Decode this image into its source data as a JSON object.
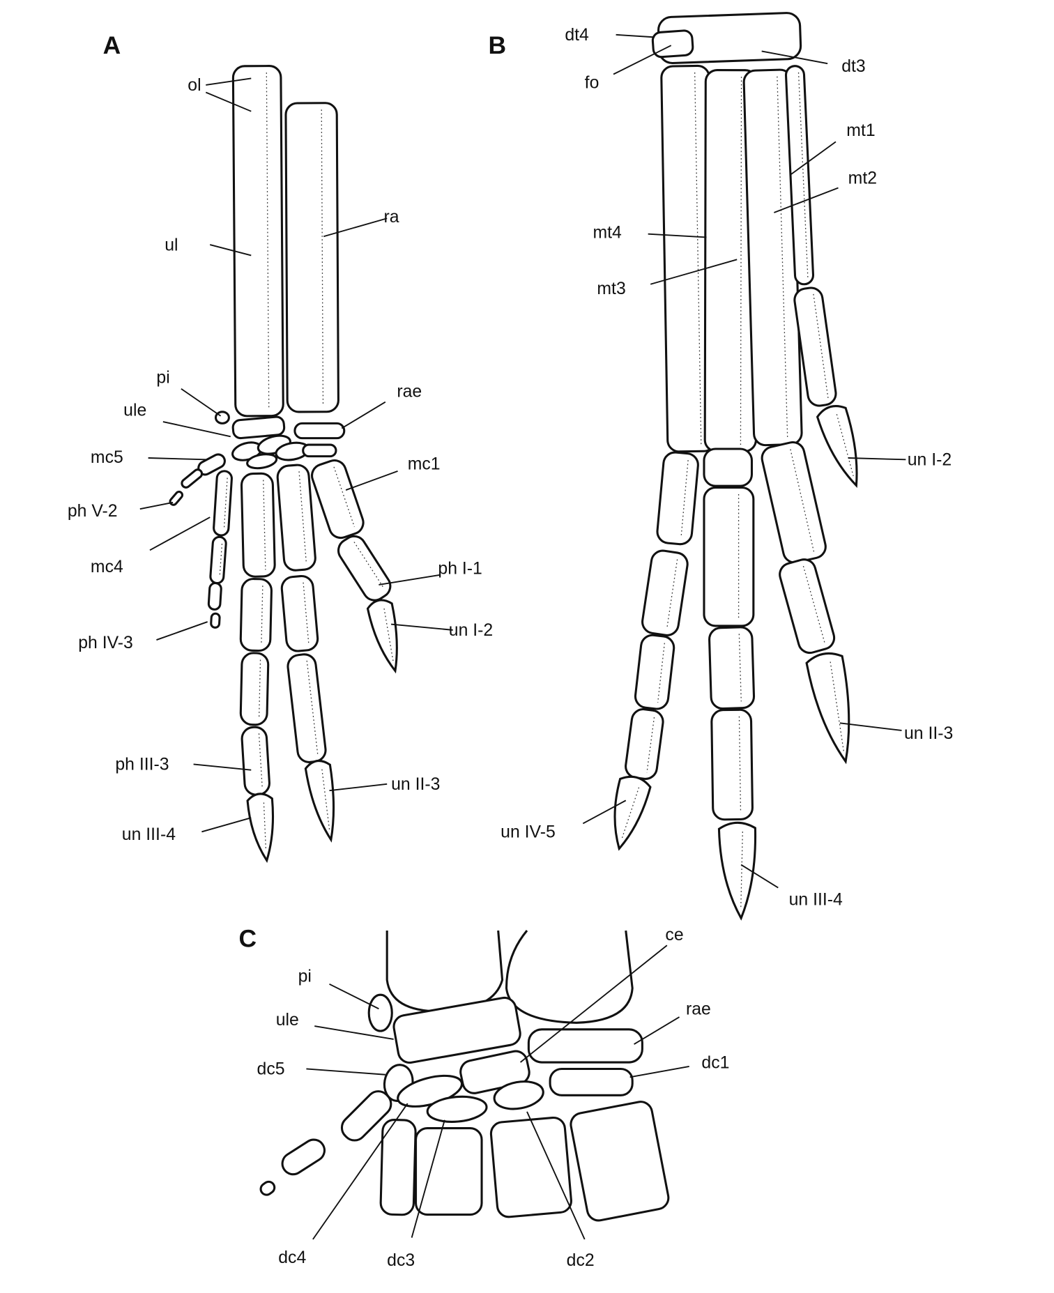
{
  "panels": {
    "A": {
      "letter": "A",
      "labels": [
        "ol",
        "ul",
        "ra",
        "pi",
        "ule",
        "rae",
        "mc5",
        "mc1",
        "ph V-2",
        "mc4",
        "ph I-1",
        "un I-2",
        "ph IV-3",
        "ph III-3",
        "un II-3",
        "un III-4"
      ]
    },
    "B": {
      "letter": "B",
      "labels": [
        "dt4",
        "fo",
        "dt3",
        "mt1",
        "mt2",
        "mt4",
        "mt3",
        "un I-2",
        "un II-3",
        "un IV-5",
        "un III-4"
      ]
    },
    "C": {
      "letter": "C",
      "labels": [
        "pi",
        "ule",
        "dc5",
        "ce",
        "rae",
        "dc1",
        "dc4",
        "dc3",
        "dc2"
      ]
    }
  }
}
